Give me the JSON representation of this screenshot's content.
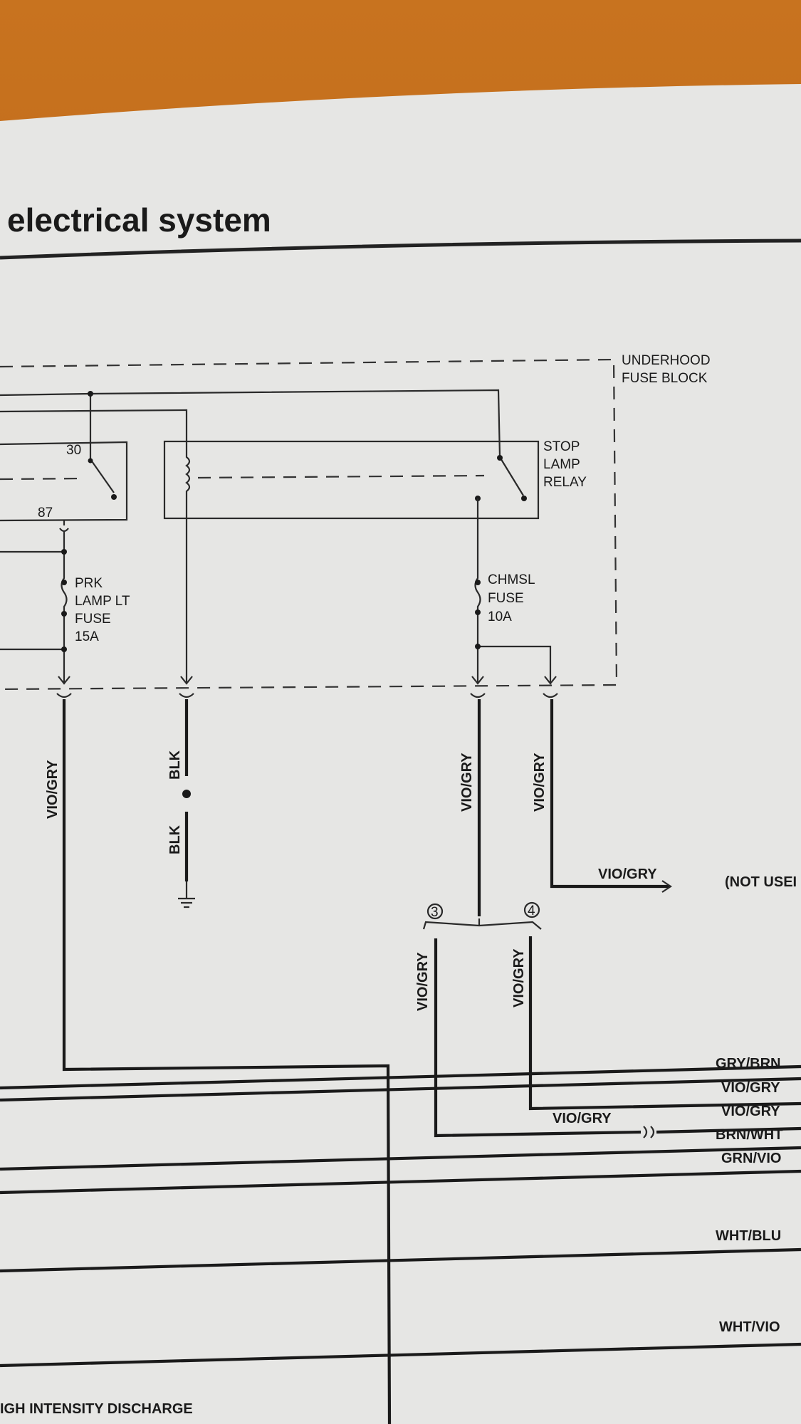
{
  "page": {
    "section_title": "electrical system",
    "bottom_text": "IGH INTENSITY DISCHARGE"
  },
  "fuse_block": {
    "title_line1": "UNDERHOOD",
    "title_line2": "FUSE BLOCK"
  },
  "left_relay": {
    "terminal_30": "30",
    "terminal_87": "87"
  },
  "stop_lamp_relay": {
    "line1": "STOP",
    "line2": "LAMP",
    "line3": "RELAY"
  },
  "prk_fuse": {
    "line1": "PRK",
    "line2": "LAMP LT",
    "line3": "FUSE",
    "line4": "15A"
  },
  "chmsl_fuse": {
    "line1": "CHMSL",
    "line2": "FUSE",
    "line3": "10A"
  },
  "wires": {
    "vio_gry": "VIO/GRY",
    "blk": "BLK",
    "not_used": "(NOT USEI",
    "connector_3": "3",
    "connector_4": "4"
  },
  "right_wire_labels": [
    "GRY/BRN",
    "VIO/GRY",
    "VIO/GRY",
    "BRN/WHT",
    "GRN/VIO",
    "WHT/BLU",
    "WHT/VIO"
  ]
}
